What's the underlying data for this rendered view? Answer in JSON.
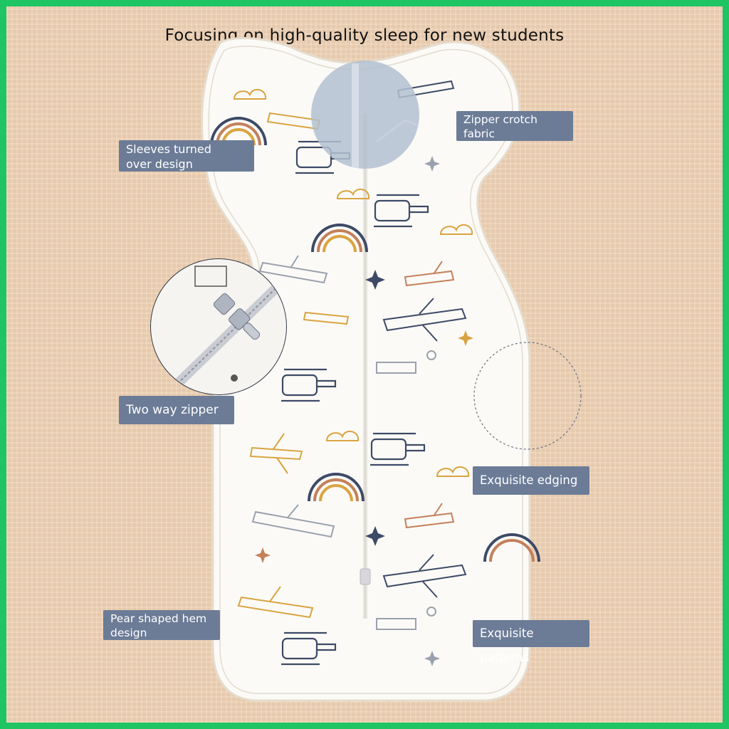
{
  "title": "Focusing on high-quality sleep for new students",
  "labels": {
    "sleeves": [
      "Sleeves turned",
      "over design"
    ],
    "zipper_crotch": [
      "Zipper crotch",
      "fabric"
    ],
    "two_way_zipper": "Two way zipper",
    "edging": "Exquisite edging",
    "hem": [
      "Pear shaped hem",
      "design"
    ],
    "patterns": "Exquisite patterns"
  },
  "colors": {
    "border": "#1fc463",
    "background": "#efd2b5",
    "label_bg": "#6c7c97",
    "fabric": "#fbfaf7"
  }
}
